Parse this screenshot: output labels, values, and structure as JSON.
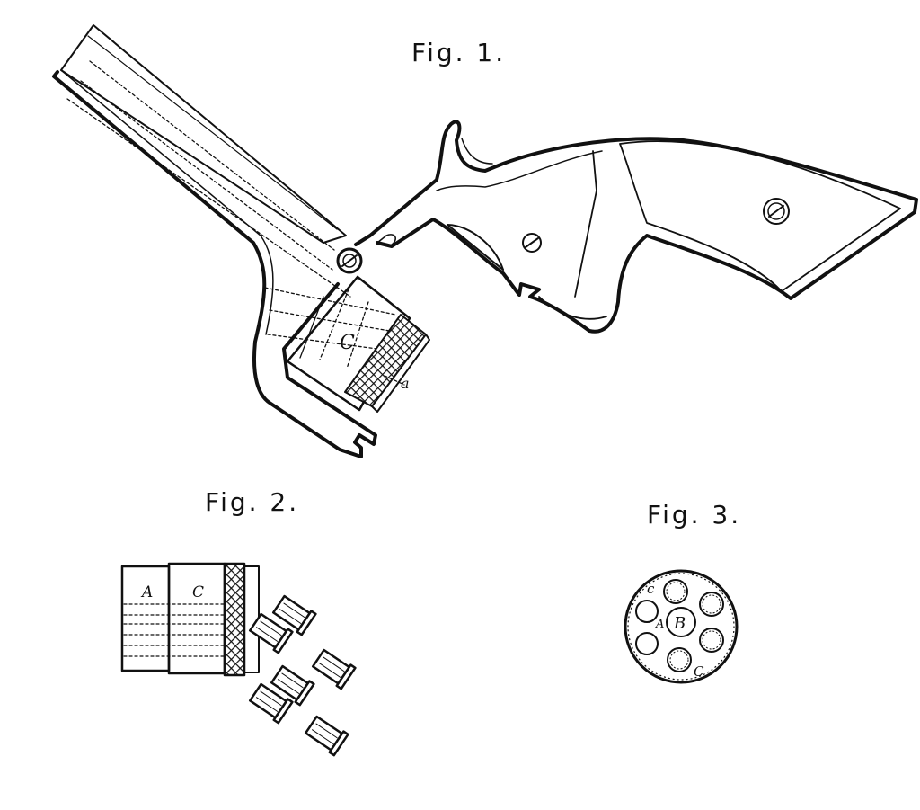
{
  "figures": [
    {
      "label": "Fig. 1."
    },
    {
      "label": "Fig. 2."
    },
    {
      "label": "Fig. 3."
    }
  ],
  "reference_letters": {
    "fig1_cylinder": "C",
    "fig1_ratchet": "a",
    "fig2_part_a": "A",
    "fig2_part_c": "C",
    "fig3_center": "B",
    "fig3_inner": "A",
    "fig3_top": "c",
    "fig3_bottom": "C"
  },
  "colors": {
    "ink": "#111111",
    "paper": "#ffffff"
  }
}
